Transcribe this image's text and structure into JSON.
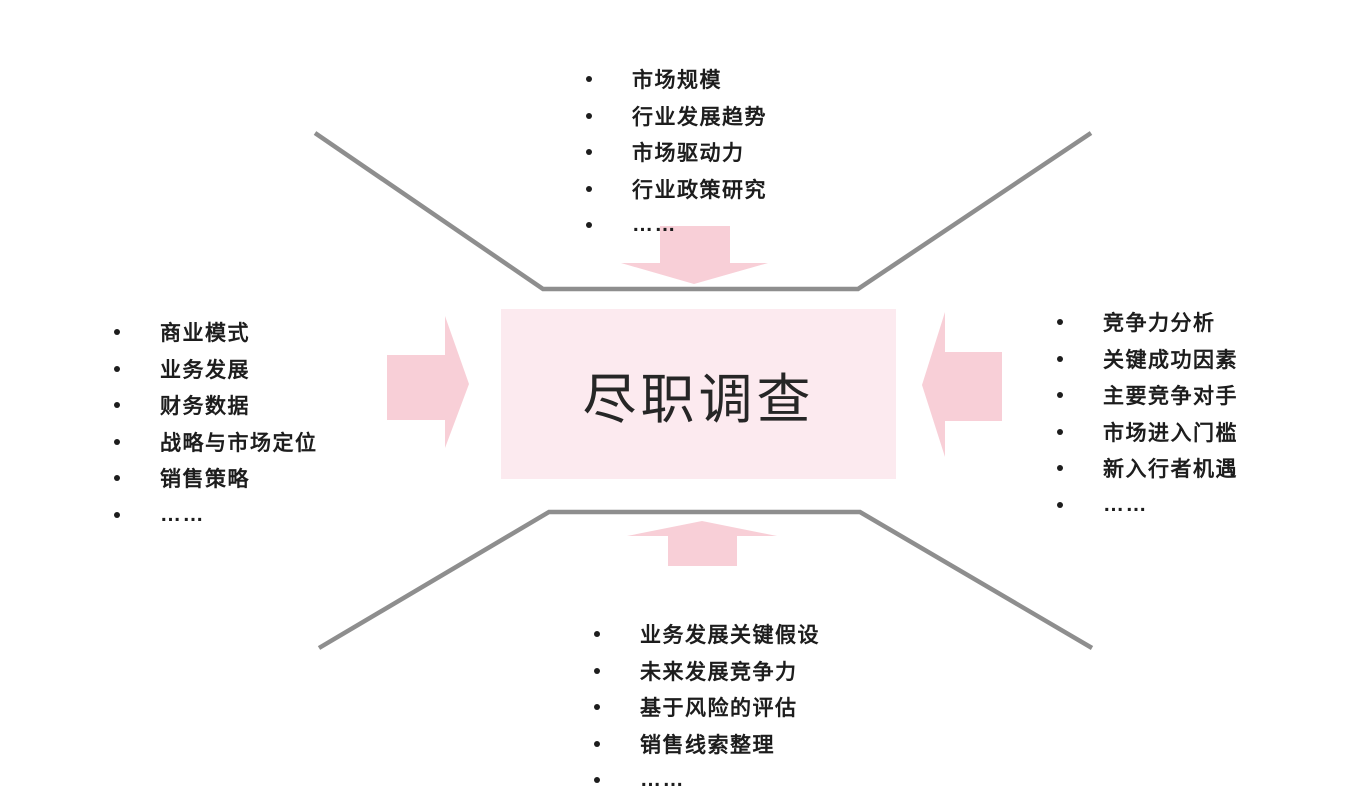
{
  "title": "尽职调查 due diligence funnel diagram",
  "center_box": {
    "label": "尽职调查",
    "fill": "#fceaef"
  },
  "colors": {
    "arrow_pink": "#f8cfd7",
    "funnel_line_gray": "#8e8e8e",
    "text_dark": "#1d1d1d",
    "background": "#ffffff"
  },
  "lists": {
    "top": {
      "arrow_icon": "arrow-down",
      "items": [
        "市场规模",
        "行业发展趋势",
        "市场驱动力",
        "行业政策研究",
        "……"
      ]
    },
    "left": {
      "arrow_icon": "arrow-right",
      "items": [
        "商业模式",
        "业务发展",
        "财务数据",
        "战略与市场定位",
        "销售策略",
        "……"
      ]
    },
    "right": {
      "arrow_icon": "arrow-left",
      "items": [
        "竞争力分析",
        "关键成功因素",
        "主要竞争对手",
        "市场进入门槛",
        "新入行者机遇",
        "……"
      ]
    },
    "bottom": {
      "arrow_icon": "arrow-up",
      "items": [
        "业务发展关键假设",
        "未来发展竞争力",
        "基于风险的评估",
        "销售线索整理",
        "……"
      ]
    }
  }
}
